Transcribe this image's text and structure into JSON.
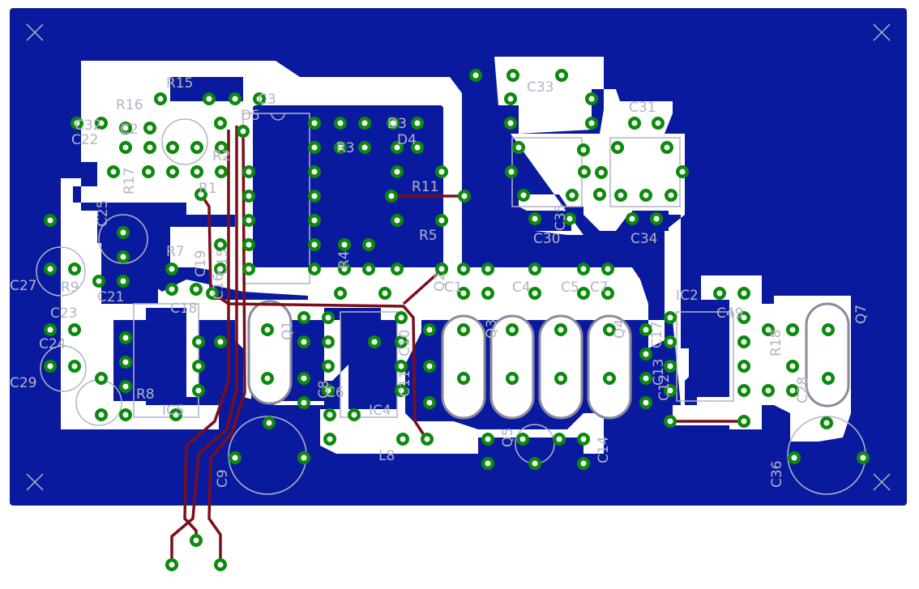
{
  "colors": {
    "board": "#0a1a9e",
    "pour_clearance": "#ffffff",
    "top_trace": "#7a0f1a",
    "pad": "#0b8a0b",
    "pad_hole": "#ffffff",
    "silkscreen": "#b4b4c4"
  },
  "components": {
    "R16": "R16",
    "R15": "R15",
    "C22": "C22",
    "C32": "C32",
    "C2": "C2",
    "R17": "R17",
    "R1": "R1",
    "R2": "R2",
    "C3": "C3",
    "D5": "D5",
    "D3": "D3",
    "D4": "D4",
    "R11": "R11",
    "R3": "R3",
    "R4": "R4",
    "R5": "R5",
    "R7": "R7",
    "C19": "C19",
    "C27": "C27",
    "R9": "R9",
    "C21": "C21",
    "C24": "C24",
    "C23": "C23",
    "C29": "C29",
    "C25": "C25",
    "C18": "C18",
    "R8": "R8",
    "IC5": "IC5",
    "C15": "C15",
    "C16": "C16",
    "C9": "C9",
    "C8": "C8",
    "C6": "C6",
    "IC4": "IC4",
    "L8": "L8",
    "C10": "C10",
    "C11": "C11",
    "Q1": "Q1",
    "Q2": "Q2",
    "Q3": "Q3",
    "Q4": "Q4",
    "C1": "C1",
    "C4": "C4",
    "C5": "C5",
    "C7": "C7",
    "C12": "C12",
    "C17": "C17",
    "C13": "C13",
    "C14": "C14",
    "Q5": "Q5",
    "IC2": "IC2",
    "C49": "C49",
    "C31": "C31",
    "C33": "C33",
    "C35": "C35",
    "C34": "C34",
    "C30": "C30",
    "R18": "R18",
    "C28": "C28",
    "Q7": "Q7",
    "C36": "C36"
  }
}
